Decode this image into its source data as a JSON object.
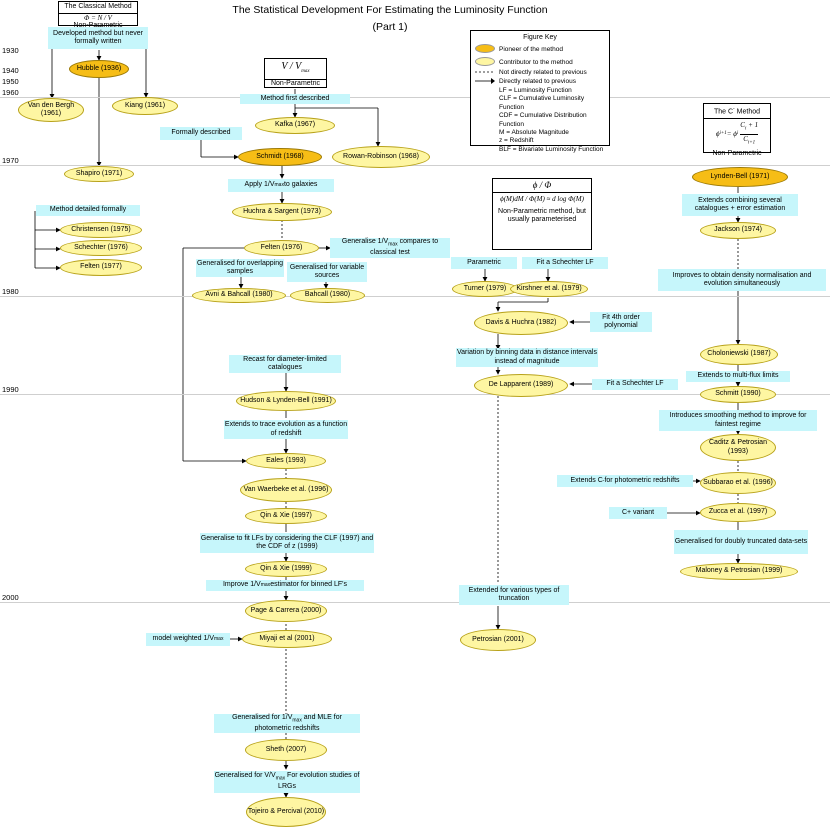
{
  "title": "The Statistical Development For Estimating the Luminosity Function",
  "subtitle": "(Part 1)",
  "years": [
    "1930",
    "1940",
    "1950",
    "1960",
    "1970",
    "1980",
    "1990",
    "2000"
  ],
  "colors": {
    "pioneer": "#f6bd16",
    "contributor": "#fef6a2",
    "note": "#c6f6fb"
  },
  "method_boxes": {
    "classical": {
      "title": "The Classical Method",
      "formula": "Φ = N / V",
      "desc": "Non-Parametric"
    },
    "vmax": {
      "formula": "V / V",
      "sub": "max",
      "desc": "Non-Parametric"
    },
    "phi": {
      "title": "ϕ / Φ",
      "lhs": "ϕ(M)dM / Φ(M)",
      "rhs": "≈ d log Φ(M)",
      "desc": "Non-Parametric method, but usually parameterised"
    },
    "cminus": {
      "title": "The C",
      "title_sup": "-",
      "title_suffix": " Method",
      "formula": "ϕ",
      "formula_sub": "i+1",
      "formula_eq": " = ϕ",
      "formula_sub2": "i",
      "numer": "C",
      "numer_sub": "i",
      "numer_tail": " + 1",
      "denom": "C",
      "denom_sub": "i+1",
      "desc": "Non-Parametric"
    }
  },
  "key": {
    "title": "Figure Key",
    "pioneer": "Pioneer of the method",
    "contributor": "Contributor to the method",
    "dashed": "Not directly related to previous",
    "arrow": "Directly related to previous",
    "defs": [
      "LF = Luminosity Function",
      "CLF = Cumulative Luminosity Function",
      "CDF = Cumulative Distribution Function",
      "M = Absolute Magnitude",
      "z = Redshift",
      "BLF = Bivariate Luminosity Function"
    ]
  },
  "nodes": {
    "hubble": "Hubble (1936)",
    "vandenbergh": "Van den Bergh (1961)",
    "kiang": "Kiang (1961)",
    "shapiro": "Shapiro (1971)",
    "christensen": "Christensen (1975)",
    "schechter": "Schechter (1976)",
    "felten1977": "Felten (1977)",
    "kafka": "Kafka (1967)",
    "schmidt": "Schmidt (1968)",
    "rowan": "Rowan-Robinson (1968)",
    "huchra": "Huchra & Sargent (1973)",
    "felten1976": "Felten (1976)",
    "avni": "Avni & Bahcall (1980)",
    "bahcall": "Bahcall (1980)",
    "hudson": "Hudson & Lynden-Bell (1991)",
    "eales": "Eales (1993)",
    "vanwaerbeke": "Van Waerbeke et al. (1996)",
    "qin1": "Qin & Xie (1997)",
    "qin2": "Qin & Xie (1999)",
    "page": "Page & Carrera (2000)",
    "miyaji": "Miyaji et al (2001)",
    "sheth": "Sheth (2007)",
    "tojeiro": "Tojeiro & Percival (2010)",
    "turner": "Turner (1979)",
    "kirshner": "Kirshner et al. (1979)",
    "davis": "Davis & Huchra (1982)",
    "delapparent": "De Lapparent (1989)",
    "petrosian": "Petrosian (2001)",
    "lyndenbell": "Lynden-Bell (1971)",
    "jackson": "Jackson (1974)",
    "choloniewski": "Choloniewski (1987)",
    "schmitt": "Schmitt (1990)",
    "caditz": "Caditz & Petrosian (1993)",
    "subbarao": "Subbarao et al. (1996)",
    "zucca": "Zucca et al. (1997)",
    "maloney": "Maloney & Petrosian (1999)"
  },
  "notes": {
    "hubble_dev": "Developed method but never formally written",
    "method_desc": "Method first described",
    "formally": "Formally described",
    "apply_pre": "Apply 1/V",
    "apply_sub": "max",
    "apply_post": " to galaxies",
    "detailed": "Method detailed formally",
    "gen_compare_pre": "Generalise 1/V",
    "gen_compare_sub": "max",
    "gen_compare_post": " compares to classical test",
    "overlap": "Generalised for overlapping samples",
    "variable": "Generalised for variable sources",
    "recast": "Recast for diameter-limited catalogues",
    "trace": "Extends to trace evolution as a function of redshift",
    "gen_fit": "Generalise to fit LFs by considering the CLF (1997) and the CDF of z (1999)",
    "improve_pre": "Improve 1/V",
    "improve_sub": "max",
    "improve_post": " estimator for binned LF's",
    "model_pre": "model weighted 1/V",
    "model_sub": "max",
    "gen_photo_pre": "Generalised for 1/V",
    "gen_photo_sub": "max",
    "gen_photo_post": " and MLE for photometric redshifts",
    "gen_lrg_pre": "Generalised for V/V",
    "gen_lrg_sub": "max",
    "gen_lrg_post": " For evolution studies of LRGs",
    "parametric": "Parametric",
    "fit_schechter1": "Fit a Schechter LF",
    "fit_4th": "Fit 4th order polynomial",
    "binning": "Variation by binning data in distance intervals instead of magnitude",
    "fit_schechter2": "Fit a Schechter LF",
    "truncation": "Extended for various types of truncation",
    "combine": "Extends combining several catalogues + error estimation",
    "density": "Improves to obtain density normalisation and evolution simultaneously",
    "multiflux": "Extends to multi-flux limits",
    "smoothing": "Introduces smoothing method to improve for faintest regime",
    "photo_pre": "Extends C",
    "photo_sup": "-",
    "photo_post": " for photometric redshifts",
    "cplus": "C+ variant",
    "doubly": "Generalised for doubly truncated data-sets"
  }
}
